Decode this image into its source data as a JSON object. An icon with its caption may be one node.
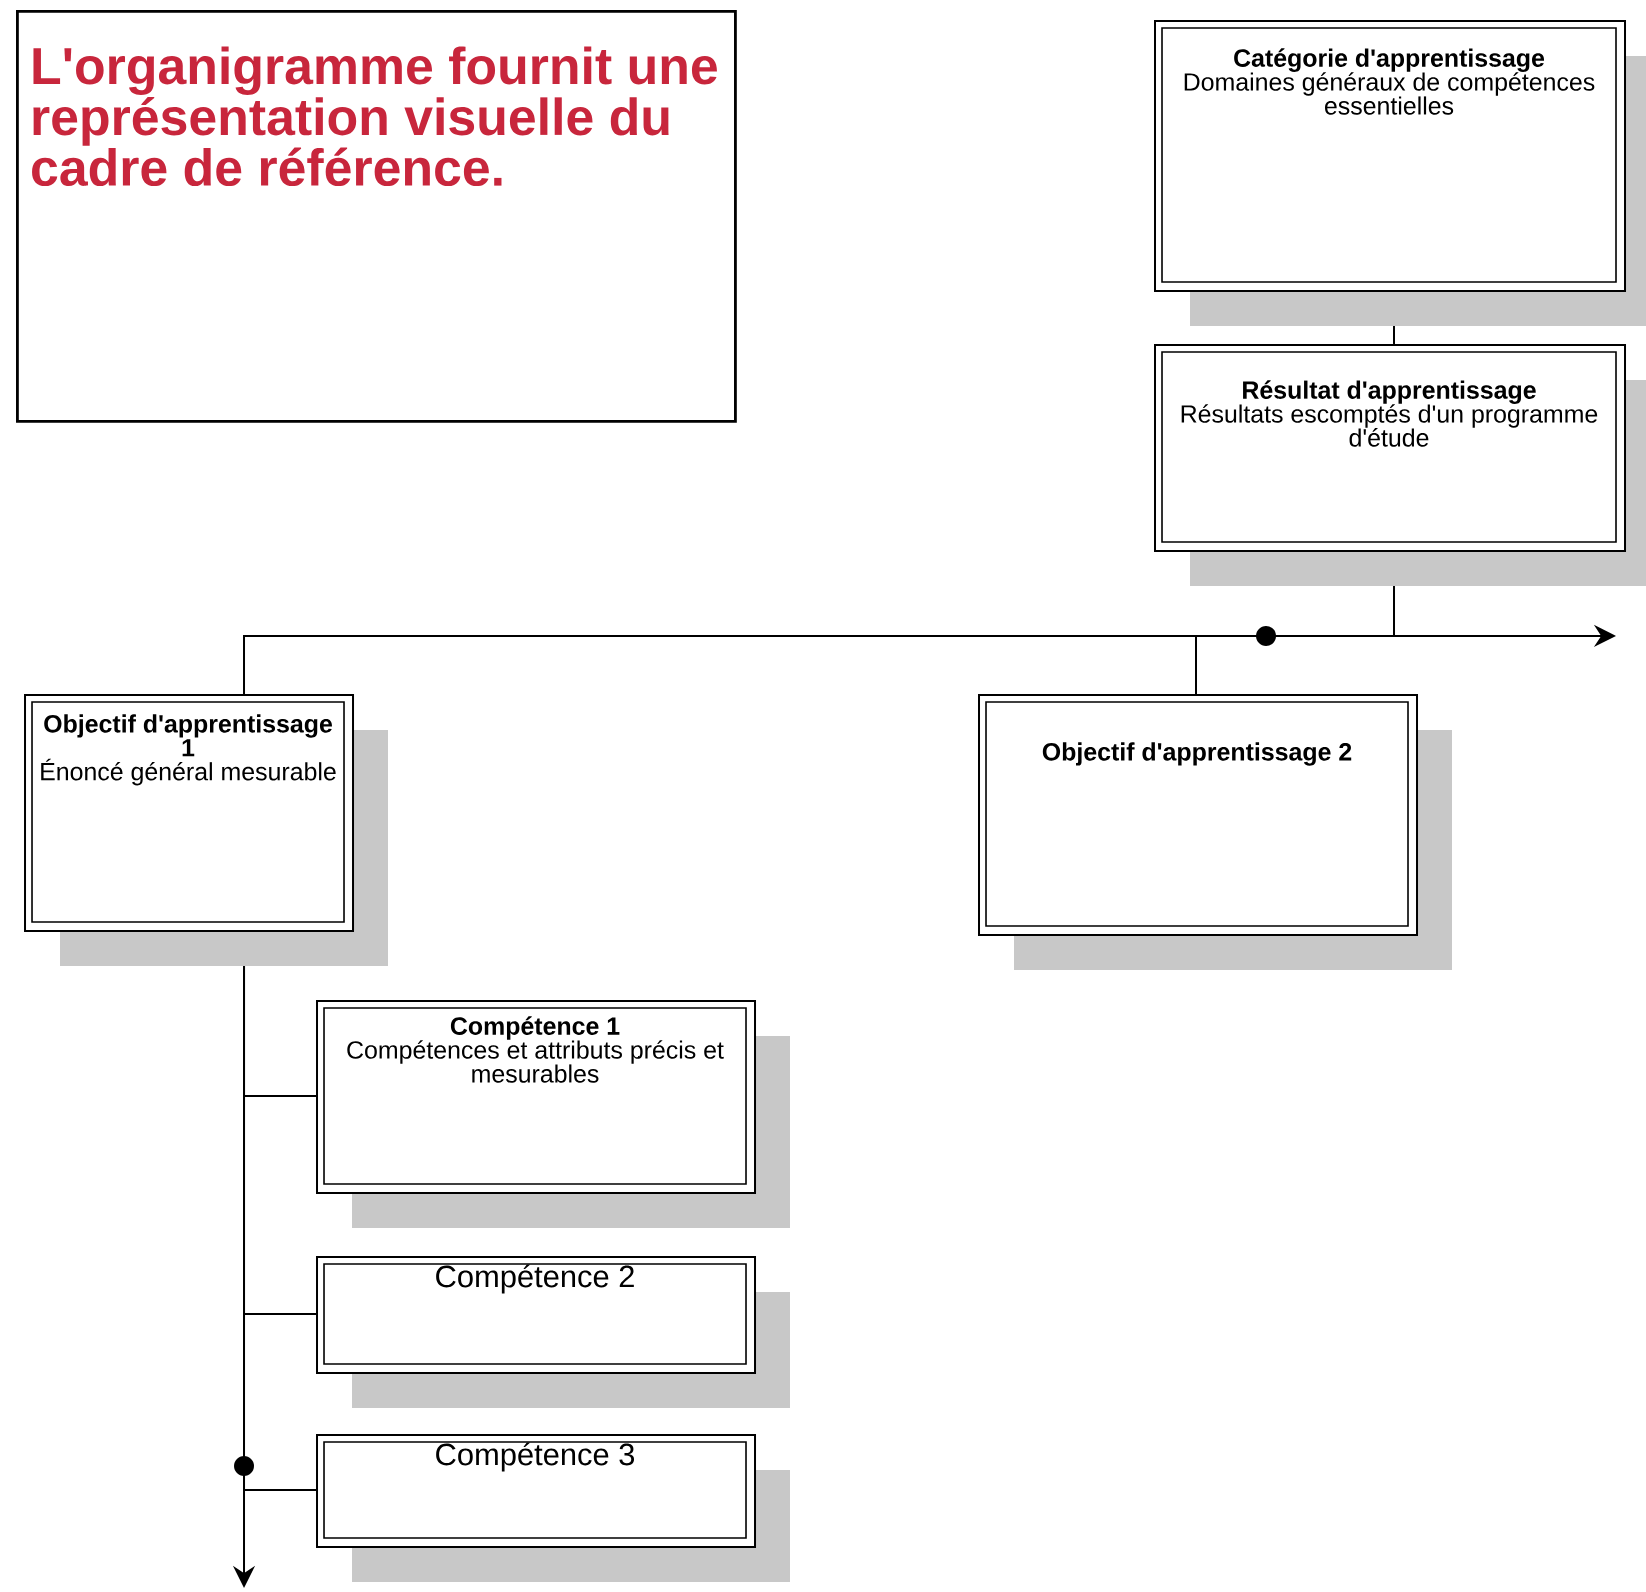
{
  "diagram": {
    "nodes": [
      {
        "text": [
          "L'organigramme fournit une représentation visuelle du cadre de référence."
        ]
      },
      {
        "text": [
          "Catégorie d'apprentissage",
          "Domaines généraux de compétences essentielles"
        ]
      },
      {
        "text": [
          "Résultat d'apprentissage",
          "Résultats escomptés d'un programme d'étude"
        ]
      },
      {
        "text": [
          "Objectif d'apprentissage 1",
          "Énoncé général mesurable"
        ]
      },
      {
        "text": [
          "Objectif d'apprentissage 2"
        ]
      },
      {
        "text": [
          "Compétence 1",
          "Compétences et attributs précis et mesurables"
        ]
      },
      {
        "text": [
          "Compétence 2"
        ]
      },
      {
        "text": [
          "Compétence 3"
        ]
      }
    ],
    "edges": [
      {
        "from": 1,
        "to": 2,
        "arrow": "none"
      },
      {
        "from": 2,
        "to": 3,
        "arrow": "none"
      },
      {
        "from": 2,
        "to": 4,
        "arrow": "none"
      },
      {
        "from": 2,
        "to": null,
        "arrow": "to"
      },
      {
        "from": 3,
        "to": 5,
        "arrow": "none"
      },
      {
        "from": 3,
        "to": 6,
        "arrow": "none"
      },
      {
        "from": 3,
        "to": 7,
        "arrow": "none"
      },
      {
        "from": 3,
        "to": null,
        "arrow": "to"
      }
    ]
  }
}
